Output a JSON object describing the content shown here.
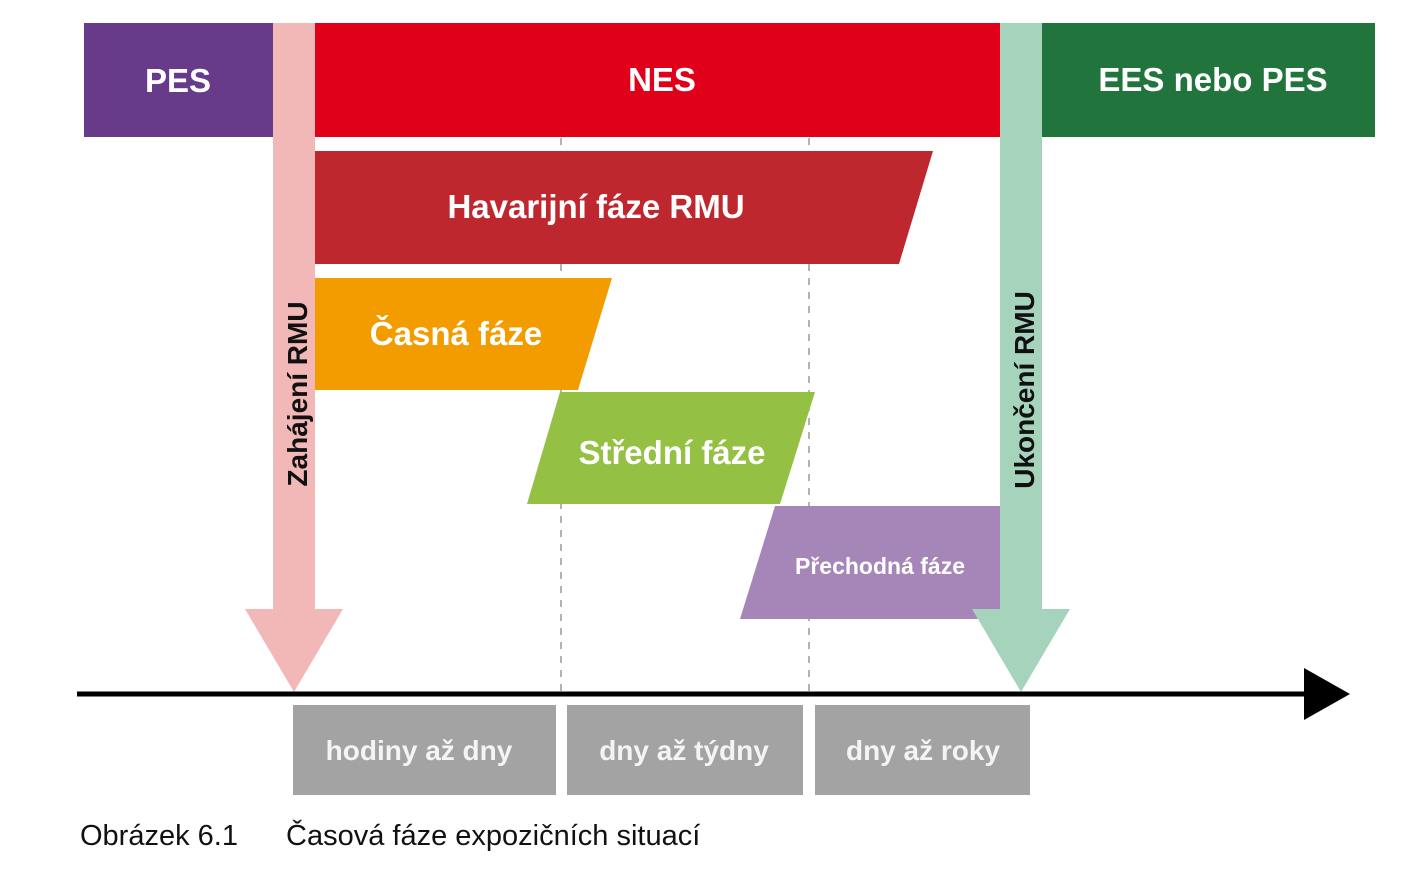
{
  "top_bands": {
    "pes": {
      "label": "PES",
      "color": "#683a8a"
    },
    "nes": {
      "label": "NES",
      "color": "#e1001a"
    },
    "ees": {
      "label": "EES nebo PES",
      "color": "#22743d"
    }
  },
  "phases": {
    "havarijni": {
      "label": "Havarijní fáze RMU",
      "color": "#be272e"
    },
    "casna": {
      "label": "Časná fáze",
      "color": "#f29c00"
    },
    "stredni": {
      "label": "Střední fáze",
      "color": "#94c044"
    },
    "prechodna": {
      "label": "Přechodná fáze",
      "color": "#a686b9"
    }
  },
  "markers": {
    "start": {
      "label": "Zahájení RMU",
      "color": "#f2b7b7"
    },
    "end": {
      "label": "Ukončení RMU",
      "color": "#a6d3bb"
    }
  },
  "durations": [
    {
      "label": "hodiny až dny"
    },
    {
      "label": "dny až týdny"
    },
    {
      "label": "dny až roky"
    }
  ],
  "duration_color": "#a3a3a3",
  "caption": {
    "number": "Obrázek 6.1",
    "text": "Časová fáze expozičních situací"
  }
}
